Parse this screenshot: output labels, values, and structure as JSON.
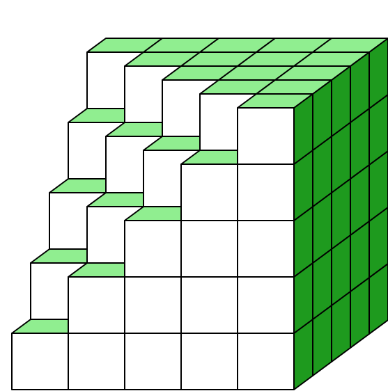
{
  "figure": {
    "subject": "staircase-cube-of-unit-cubes",
    "grid_size": 5,
    "front_face_visible_top_row": [
      1,
      2,
      3,
      4,
      5
    ],
    "colors": {
      "background": "#ffffff",
      "cube_front": "#ffffff",
      "cube_top": "#90ee90",
      "cube_side": "#1e9a1e",
      "edge": "#000000"
    }
  }
}
